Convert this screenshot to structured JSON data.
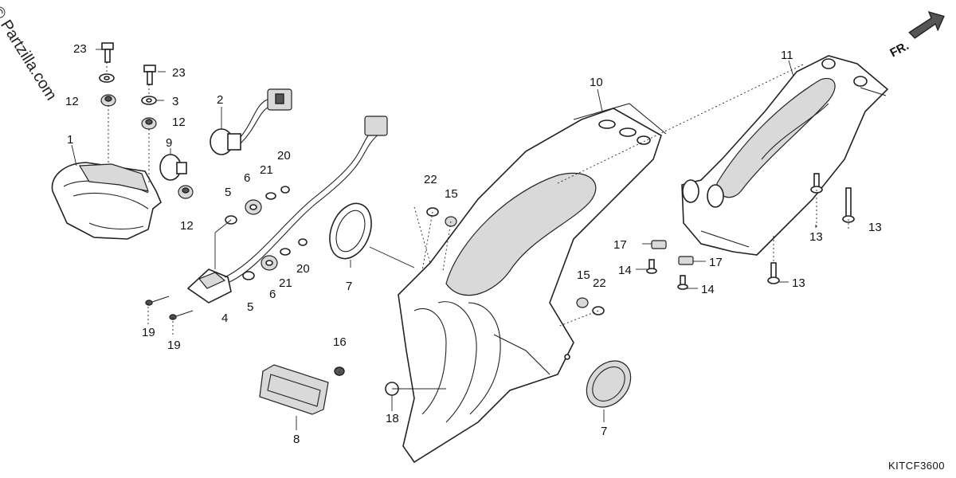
{
  "watermark": "© Partzilla.com",
  "diagram_code": "KITCF3600",
  "direction_label": "FR.",
  "callouts": {
    "c1": "1",
    "c2": "2",
    "c3": "3",
    "c4": "4",
    "c5a": "5",
    "c5b": "5",
    "c6a": "6",
    "c6b": "6",
    "c7a": "7",
    "c7b": "7",
    "c8": "8",
    "c9": "9",
    "c10": "10",
    "c11": "11",
    "c12a": "12",
    "c12b": "12",
    "c12c": "12",
    "c13a": "13",
    "c13b": "13",
    "c13c": "13",
    "c14a": "14",
    "c14b": "14",
    "c15a": "15",
    "c15b": "15",
    "c16": "16",
    "c17a": "17",
    "c17b": "17",
    "c18": "18",
    "c19a": "19",
    "c19b": "19",
    "c20a": "20",
    "c20b": "20",
    "c21a": "21",
    "c21b": "21",
    "c22a": "22",
    "c22b": "22",
    "c23a": "23",
    "c23b": "23"
  },
  "colors": {
    "line": "#222222",
    "background": "#ffffff"
  }
}
